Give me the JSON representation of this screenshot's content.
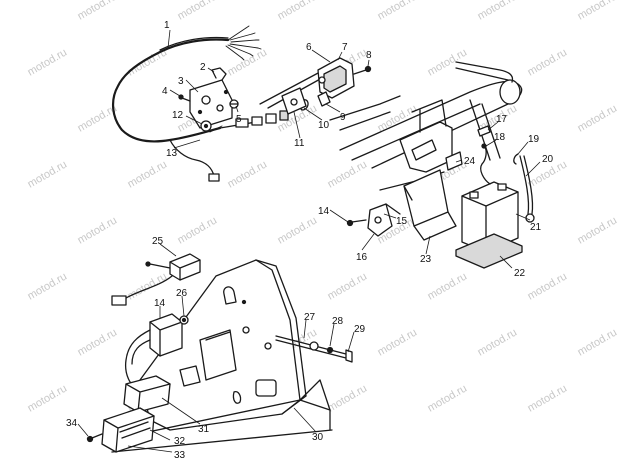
{
  "watermark": "motod.ru",
  "callouts": {
    "c1": "1",
    "c2": "2",
    "c3": "3",
    "c4": "4",
    "c5": "5",
    "c6": "6",
    "c7": "7",
    "c8": "8",
    "c9": "9",
    "c10": "10",
    "c11": "11",
    "c12": "12",
    "c13": "13",
    "c14a": "14",
    "c14b": "14",
    "c15": "15",
    "c16": "16",
    "c17": "17",
    "c18": "18",
    "c19": "19",
    "c20": "20",
    "c21": "21",
    "c22": "22",
    "c23": "23",
    "c24": "24",
    "c25": "25",
    "c26": "26",
    "c27": "27",
    "c28": "28",
    "c29": "29",
    "c30": "30",
    "c31": "31",
    "c32": "32",
    "c33": "33",
    "c34": "34"
  }
}
